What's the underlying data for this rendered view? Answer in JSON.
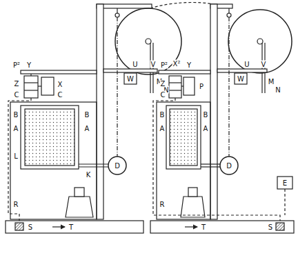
{
  "diagram": {
    "labels": [
      "P²",
      "Y",
      "Z",
      "C",
      "X",
      "C",
      "B",
      "B",
      "A",
      "A",
      "L",
      "K",
      "D",
      "U",
      "V",
      "M",
      "N",
      "W",
      "R",
      "S",
      "T",
      "X²",
      "P²",
      "Y",
      "Z",
      "P",
      "C",
      "U",
      "V",
      "M",
      "N",
      "W",
      "B",
      "B",
      "A",
      "A",
      "D",
      "R",
      "E",
      "S",
      "T"
    ]
  }
}
